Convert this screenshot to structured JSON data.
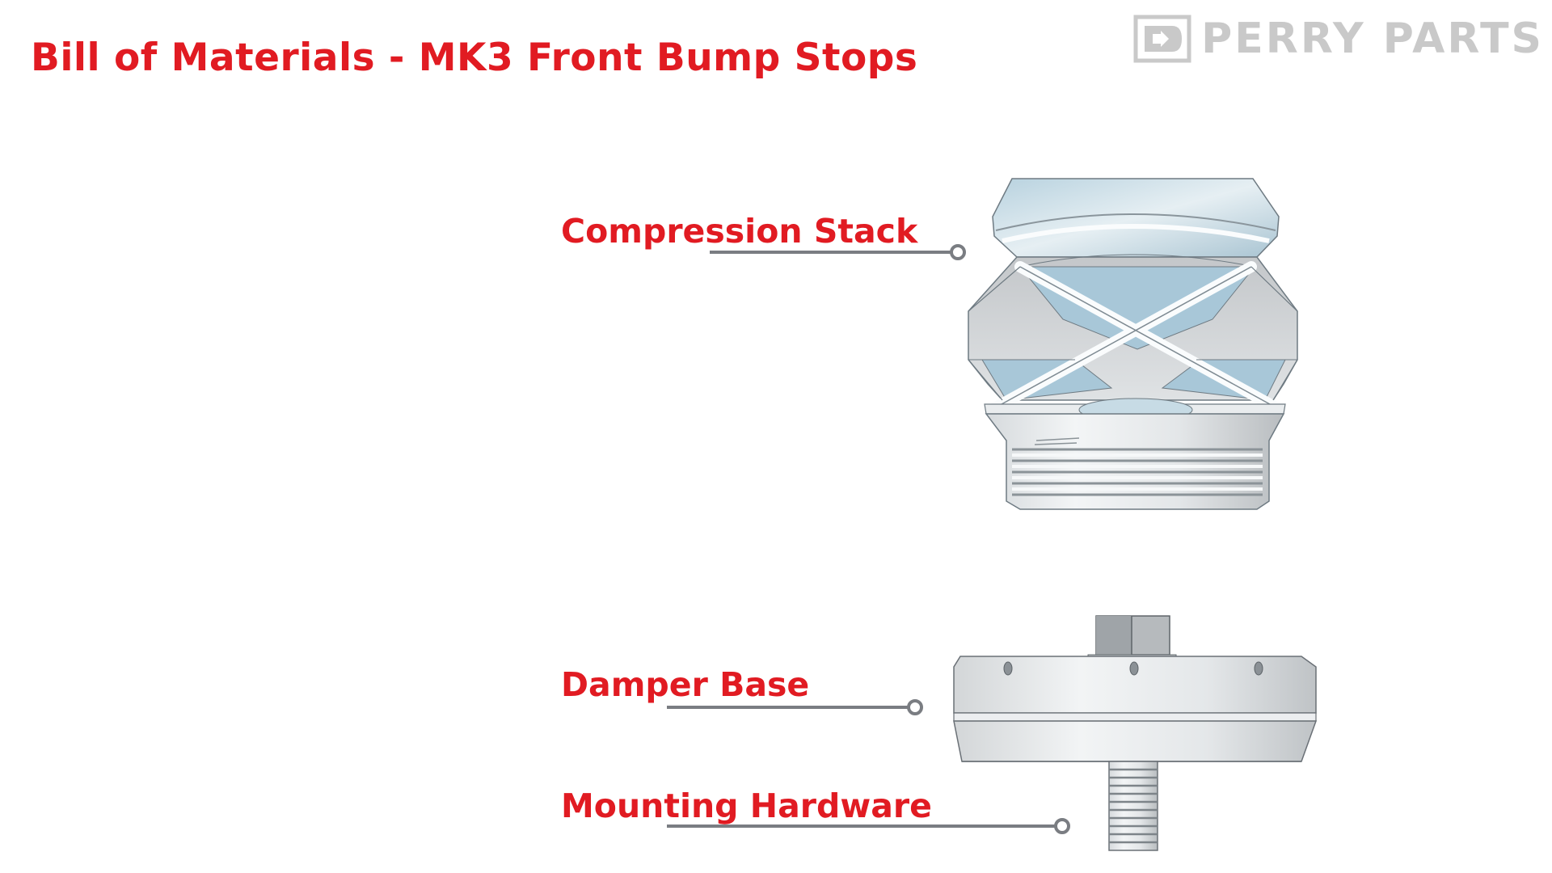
{
  "title": "Bill of Materials - MK3 Front Bump Stops",
  "logo": {
    "text": "PERRY PARTS",
    "icon": "perry-parts-logo-icon"
  },
  "labels": {
    "compression_stack": "Compression Stack",
    "damper_base": "Damper Base",
    "mounting_hardware": "Mounting Hardware"
  },
  "colors": {
    "accent": "#e11b22",
    "leader": "#7a7d82",
    "logo": "#c9c9c9"
  }
}
